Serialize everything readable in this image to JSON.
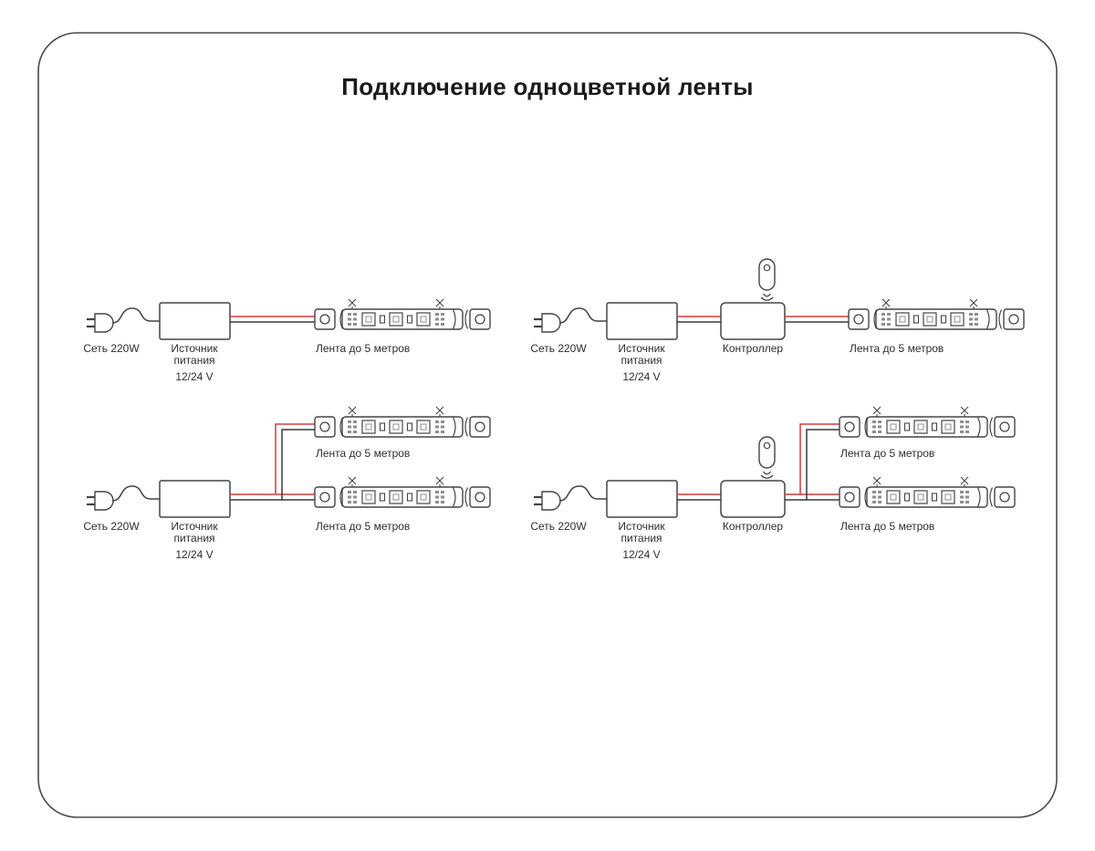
{
  "title": "Подключение одноцветной ленты",
  "labels": {
    "power_source": "Сеть 220W",
    "psu_line1": "Источник",
    "psu_line2": "питания",
    "psu_voltage": "12/24 V",
    "controller": "Контроллер",
    "strip": "Лента до 5 метров"
  },
  "diagrams": [
    {
      "name": "psu-to-strip",
      "components": [
        "Сеть 220W",
        "Источник питания 12/24 V",
        "Лента до 5 метров"
      ]
    },
    {
      "name": "psu-controller-strip",
      "components": [
        "Сеть 220W",
        "Источник питания 12/24 V",
        "Контроллер",
        "Лента до 5 метров"
      ]
    },
    {
      "name": "psu-to-two-strips",
      "components": [
        "Сеть 220W",
        "Источник питания 12/24 V",
        "Лента до 5 метров",
        "Лента до 5 метров"
      ]
    },
    {
      "name": "psu-controller-two-strips",
      "components": [
        "Сеть 220W",
        "Источник питания 12/24 V",
        "Контроллер",
        "Лента до 5 метров",
        "Лента до 5 метров"
      ]
    }
  ],
  "colors": {
    "outline": "#454545",
    "wire_red": "#d93a3a",
    "wire_dark": "#3a3a3a",
    "text": "#2e2e2e"
  }
}
